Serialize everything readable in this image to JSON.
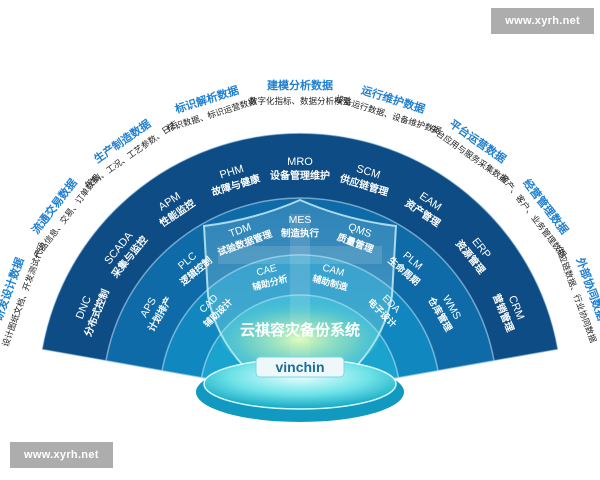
{
  "watermark": "www.xyrh.net",
  "colors": {
    "outer_ring": "#0d4c84",
    "mid_ring": "#0f6aa8",
    "inner_ring": "#1187bf",
    "core_ring": "#1aa3ce",
    "center": "#37c4d9",
    "label_title": "#1f7fd1",
    "label_body": "#222222"
  },
  "categories": [
    {
      "title": "研发设计数据",
      "items": "设计图纸文档、开发测试代码"
    },
    {
      "title": "流通交易数据",
      "items": "产品信息、交易、订单数据"
    },
    {
      "title": "生产制造数据",
      "items": "控制、工况、工艺参数、日志"
    },
    {
      "title": "标识解析数据",
      "items": "标识数据、标识运营数据"
    },
    {
      "title": "建模分析数据",
      "items": "数字化指标、数据分析模型"
    },
    {
      "title": "运行维护数据",
      "items": "设备运行数据、设备维护数据"
    },
    {
      "title": "平台运营数据",
      "items": "平台应用与服务采集数据"
    },
    {
      "title": "经营管理数据",
      "items": "资产、客户、业务管理数据"
    },
    {
      "title": "外部协同数据",
      "items": "供应链数据、行业协同数据"
    }
  ],
  "outer_systems": [
    {
      "code": "DNC",
      "name": "分布式控制"
    },
    {
      "code": "SCADA",
      "name": "采集与监控"
    },
    {
      "code": "APM",
      "name": "性能监控"
    },
    {
      "code": "PHM",
      "name": "故障与健康"
    },
    {
      "code": "MRO",
      "name": "设备管理维护"
    },
    {
      "code": "SCM",
      "name": "供应链管理"
    },
    {
      "code": "EAM",
      "name": "资产管理"
    },
    {
      "code": "ERP",
      "name": "资源管理"
    },
    {
      "code": "CRM",
      "name": "营销管理"
    }
  ],
  "middle_systems": [
    {
      "code": "APS",
      "name": "计划排产"
    },
    {
      "code": "PLC",
      "name": "逻辑控制"
    },
    {
      "code": "TDM",
      "name": "试验数据管理"
    },
    {
      "code": "MES",
      "name": "制造执行"
    },
    {
      "code": "QMS",
      "name": "质量管理"
    },
    {
      "code": "PLM",
      "name": "生命周期"
    },
    {
      "code": "WMS",
      "name": "仓库管理"
    }
  ],
  "inner_systems": [
    {
      "code": "CAD",
      "name": "辅助设计"
    },
    {
      "code": "CAE",
      "name": "辅助分析"
    },
    {
      "code": "CAM",
      "name": "辅助制造"
    },
    {
      "code": "EDA",
      "name": "电子设计"
    }
  ],
  "center": {
    "title": "云祺容灾备份系统",
    "logo": "vinchin"
  }
}
